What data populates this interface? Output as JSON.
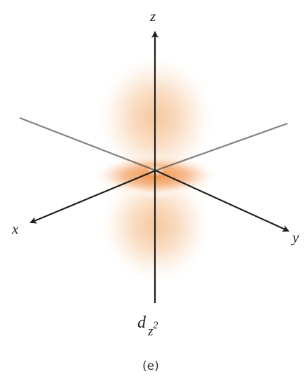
{
  "axes": {
    "z_label": "z",
    "x_label": "x",
    "y_label": "y"
  },
  "orbital": {
    "name": "d",
    "subscript": "z",
    "superscript": "2"
  },
  "panel_label": "(e)",
  "colors": {
    "lobe_core": "#f2b27a",
    "torus_core": "#ef8a3c",
    "axis": "#1e1e1e"
  }
}
